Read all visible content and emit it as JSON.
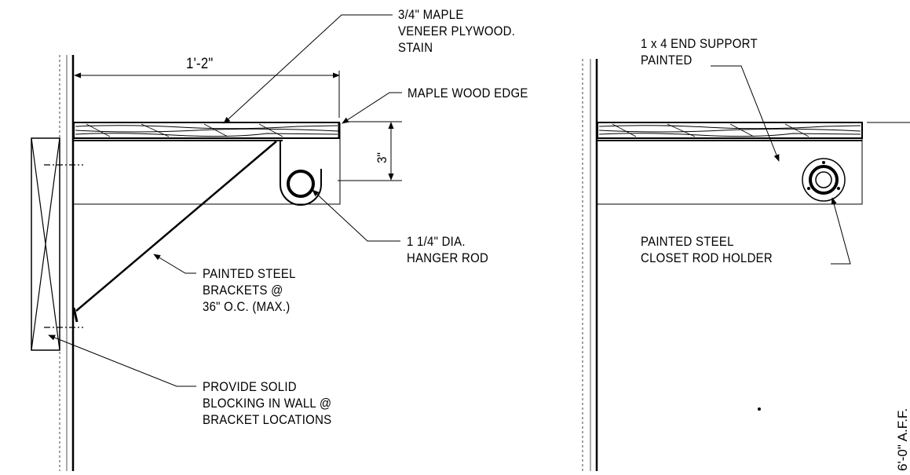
{
  "detail_left": {
    "dimension_width": "1'-2\"",
    "dimension_height": "3\"",
    "note_plywood": [
      "3/4\" MAPLE",
      "VENEER PLYWOOD.",
      "STAIN"
    ],
    "note_edge": "MAPLE WOOD EDGE",
    "note_rod": [
      "1 1/4\" DIA.",
      "HANGER ROD"
    ],
    "note_brackets": [
      "PAINTED STEEL",
      "BRACKETS @",
      "36\" O.C. (MAX.)"
    ],
    "note_blocking": [
      "PROVIDE SOLID",
      "BLOCKING IN WALL @",
      "BRACKET LOCATIONS"
    ]
  },
  "detail_right": {
    "note_support": [
      "1 x 4 END SUPPORT",
      "PAINTED"
    ],
    "note_holder": [
      "PAINTED STEEL",
      "CLOSET ROD HOLDER"
    ],
    "note_height": "6'-0\" A.F.F."
  }
}
